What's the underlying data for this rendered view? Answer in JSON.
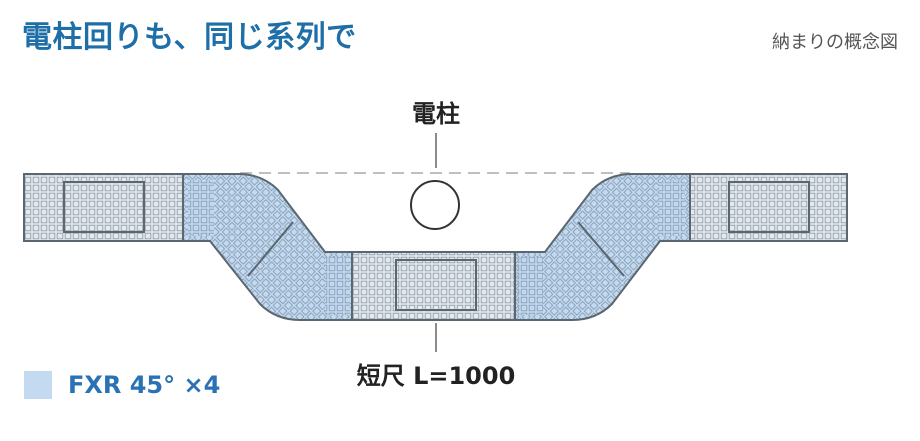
{
  "header": {
    "title": "電柱回りも、同じ系列で",
    "subtitle": "納まりの概念図"
  },
  "diagram": {
    "pole_label": "電柱",
    "bottom_label": "短尺 L=1000"
  },
  "legend": {
    "label": "FXR 45° ×4"
  },
  "colors": {
    "title": "#1e6ea8",
    "subtitle": "#555555",
    "text": "#222222",
    "gray_panel": "#e4e9ee",
    "blue_panel": "#c4daf0",
    "outline": "#5a6670",
    "dash": "#aaaaaa",
    "legend_text": "#2a72b4"
  }
}
